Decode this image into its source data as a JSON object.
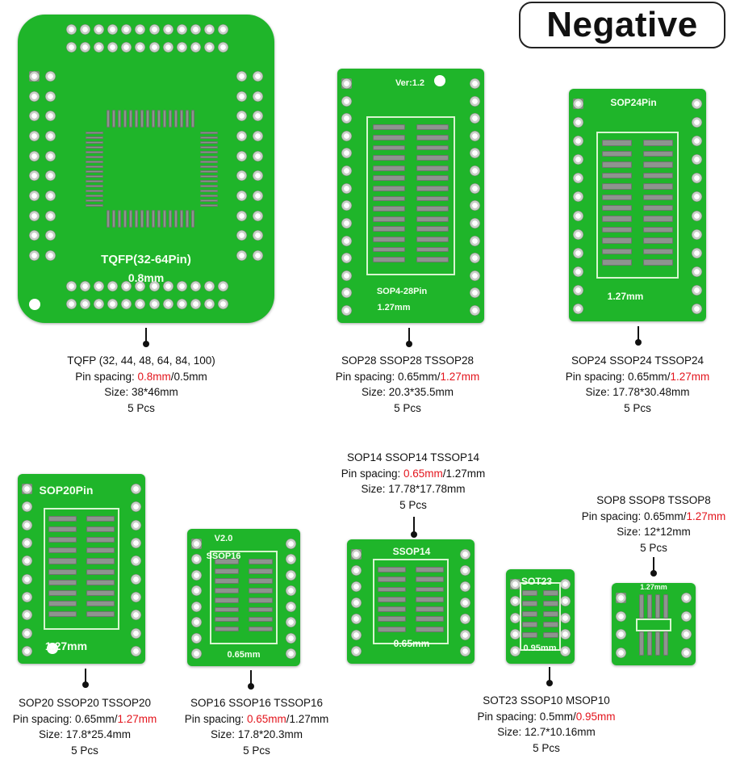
{
  "badge": "Negative",
  "colors": {
    "board": "#1fb52a",
    "highlight": "#e3141c",
    "text": "#111111"
  },
  "products": [
    {
      "id": "tqfp",
      "title": "TQFP (32, 44, 48, 64, 84, 100)",
      "spacing_label": "Pin spacing: ",
      "spacing_a": "0.8mm",
      "sep": "/",
      "spacing_b": "0.5mm",
      "highlight": "a",
      "size": "Size: 38*46mm",
      "qty": "5 Pcs",
      "silk": [
        "TQFP(32-64Pin)",
        "0.8mm"
      ]
    },
    {
      "id": "sop28",
      "title": "SOP28 SSOP28 TSSOP28",
      "spacing_label": "Pin spacing: ",
      "spacing_a": "0.65mm",
      "sep": "/",
      "spacing_b": "1.27mm",
      "highlight": "b",
      "size": "Size: 20.3*35.5mm",
      "qty": "5 Pcs",
      "silk": [
        "Ver:1.2",
        "SOP4-28Pin",
        "1.27mm"
      ]
    },
    {
      "id": "sop24",
      "title": "SOP24 SSOP24 TSSOP24",
      "spacing_label": "Pin spacing: ",
      "spacing_a": "0.65mm",
      "sep": "/",
      "spacing_b": "1.27mm",
      "highlight": "b",
      "size": "Size: 17.78*30.48mm",
      "qty": "5 Pcs",
      "silk": [
        "SOP24Pin",
        "1.27mm"
      ]
    },
    {
      "id": "sop20",
      "title": "SOP20 SSOP20 TSSOP20",
      "spacing_label": "Pin spacing: ",
      "spacing_a": "0.65mm",
      "sep": "/",
      "spacing_b": "1.27mm",
      "highlight": "b",
      "size": "Size: 17.8*25.4mm",
      "qty": "5 Pcs",
      "silk": [
        "SOP20Pin",
        "1.27mm"
      ]
    },
    {
      "id": "sop16",
      "title": "SOP16 SSOP16 TSSOP16",
      "spacing_label": "Pin spacing: ",
      "spacing_a": "0.65mm",
      "sep": "/",
      "spacing_b": "1.27mm",
      "highlight": "a",
      "size": "Size: 17.8*20.3mm",
      "qty": "5 Pcs",
      "silk": [
        "V2.0",
        "SSOP16",
        "0.65mm"
      ]
    },
    {
      "id": "sop14",
      "title": "SOP14 SSOP14 TSSOP14",
      "spacing_label": "Pin spacing: ",
      "spacing_a": "0.65mm",
      "sep": "/",
      "spacing_b": "1.27mm",
      "highlight": "a",
      "size": "Size: 17.78*17.78mm",
      "qty": "5 Pcs",
      "silk": [
        "SSOP14",
        "0.65mm"
      ]
    },
    {
      "id": "sot23",
      "title": "SOT23 SSOP10 MSOP10",
      "spacing_label": "Pin spacing: ",
      "spacing_a": "0.5mm",
      "sep": "/",
      "spacing_b": "0.95mm",
      "highlight": "b",
      "size": "Size: 12.7*10.16mm",
      "qty": "5 Pcs",
      "silk": [
        "SOT23",
        "0.95mm"
      ]
    },
    {
      "id": "sop8",
      "title": "SOP8 SSOP8 TSSOP8",
      "spacing_label": "Pin spacing: ",
      "spacing_a": "0.65mm",
      "sep": "/",
      "spacing_b": "1.27mm",
      "highlight": "b",
      "size": "Size: 12*12mm",
      "qty": "5 Pcs",
      "silk": [
        "1.27mm"
      ]
    }
  ]
}
